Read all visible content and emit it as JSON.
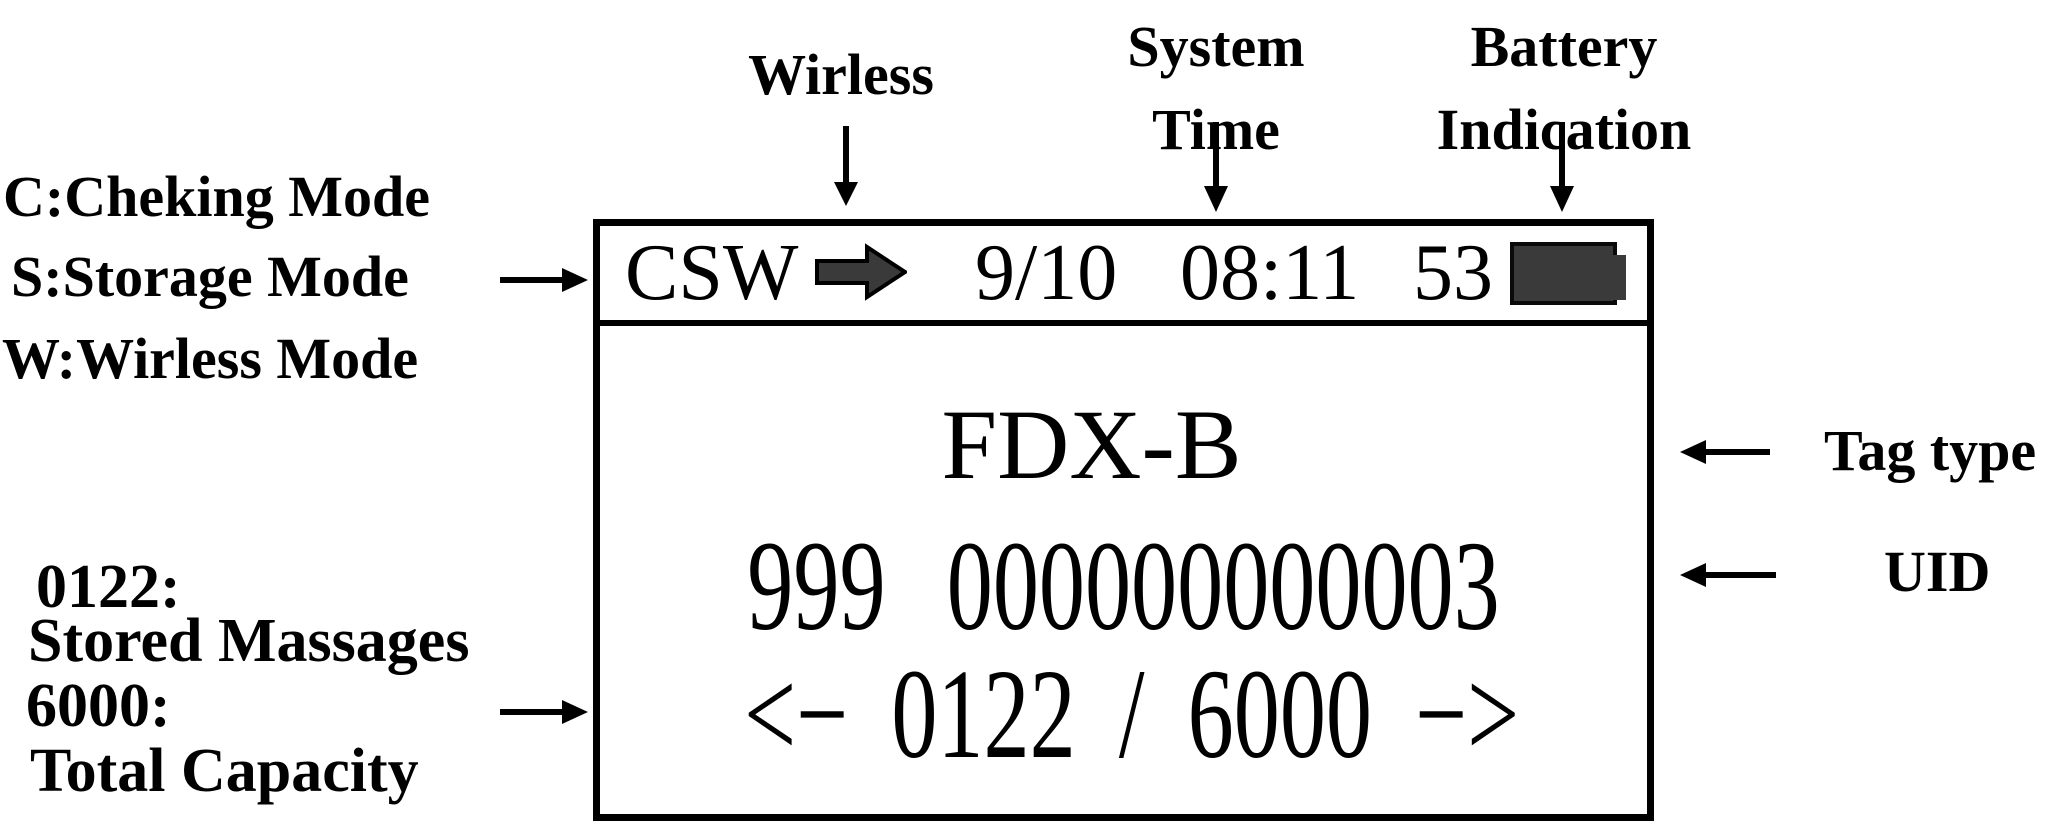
{
  "colors": {
    "ink": "#000000",
    "background": "#ffffff",
    "icon_fill": "#3a3a3a"
  },
  "annotations": {
    "mode_legend": {
      "lines": [
        "C:Cheking Mode",
        "S:Storage Mode",
        "W:Wirless Mode"
      ]
    },
    "wireless_label": "Wirless",
    "system_time": {
      "line1": "System",
      "line2": "Time"
    },
    "battery_indication": {
      "line1": "Battery",
      "line2": "Indication"
    },
    "tag_type_label": "Tag type",
    "uid_label": "UID",
    "stored_messages": {
      "value": "0122:",
      "label": "Stored Massages"
    },
    "total_capacity": {
      "value": "6000:",
      "label": "Total Capacity"
    }
  },
  "display": {
    "status_bar": {
      "mode_flags": "CSW",
      "wireless_arrow_icon": "block-right-arrow",
      "date": "9/10",
      "time": "08:11",
      "battery_percent": "53",
      "battery_icon": "battery-full"
    },
    "main": {
      "tag_type": "FDX-B",
      "uid_country": "999",
      "uid_serial": "000000000003",
      "pager": {
        "prev": "<−",
        "current": "0122",
        "separator": "/",
        "total": "6000",
        "next": "−>"
      }
    }
  }
}
